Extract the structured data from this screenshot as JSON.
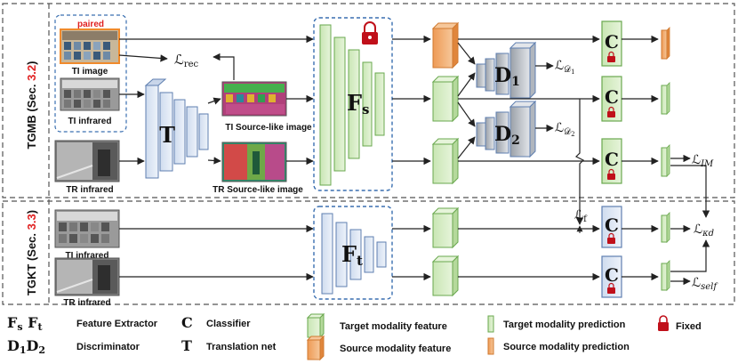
{
  "sections": {
    "tgmb_label": "TGMB",
    "tgmb_sec_prefix": "(Sec. ",
    "tgmb_sec_num": "3.2",
    "tgmb_sec_suffix": ")",
    "tgkt_label": "TGKT",
    "tgkt_sec_prefix": "(Sec. ",
    "tgkt_sec_num": "3.3",
    "tgkt_sec_suffix": ")"
  },
  "images": {
    "paired": "paired",
    "ti_image": "TI image",
    "ti_infrared": "TI infrared",
    "tr_infrared": "TR infrared",
    "ti_source_like": "TI Source-like image",
    "tr_source_like": "TR Source-like image",
    "tgkt_ti_infrared": "TI infrared",
    "tgkt_tr_infrared": "TR infrared"
  },
  "modules": {
    "T": "T",
    "Fs_base": "F",
    "Fs_sub": "s",
    "Ft_base": "F",
    "Ft_sub": "t",
    "C": "C",
    "D1_base": "D",
    "D1_sub": "1",
    "D2_base": "D",
    "D2_sub": "2"
  },
  "losses": {
    "L": "ℒ",
    "rec": "rec",
    "D1": "𝒟",
    "D1_num": "1",
    "D2": "𝒟",
    "D2_num": "2",
    "IM": "IM",
    "f": "f",
    "kd": "κd",
    "self": "self"
  },
  "legend": {
    "fs_ft": "F",
    "fs_sub": "s",
    "ft_sub": "t",
    "feature_extractor": "Feature Extractor",
    "c_sym": "C",
    "classifier": "Classifier",
    "d1d2": "D",
    "d1_sub": "1",
    "d2_sub": "2",
    "discriminator": "Discriminator",
    "t_sym": "T",
    "translation_net": "Translation net",
    "target_feature": "Target modality feature",
    "source_feature": "Source modality feature",
    "target_prediction": "Target modality prediction",
    "source_prediction": "Source modality prediction",
    "fixed": "Fixed"
  },
  "colors": {
    "green_fill": "#d4ecc4",
    "green_edge": "#6aa84f",
    "orange_fill": "#f0a768",
    "orange_edge": "#d07a30",
    "blue_fill": "#dde6f3",
    "blue_edge": "#5f7fb0",
    "red": "#e02020",
    "lock": "#c0101a"
  }
}
